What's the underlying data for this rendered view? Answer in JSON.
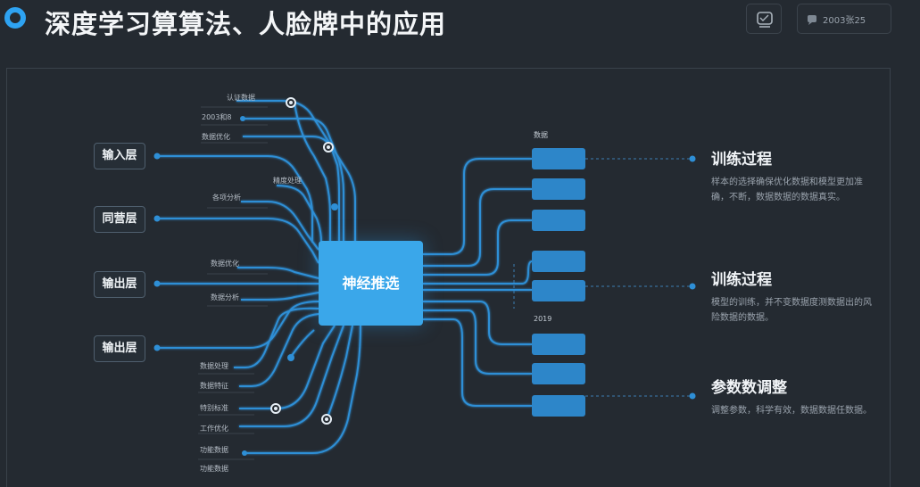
{
  "header": {
    "title": "深度学习算算法、人脸牌中的应用",
    "date": "2003张25"
  },
  "layers": [
    {
      "label": "输入层"
    },
    {
      "label": "同营层"
    },
    {
      "label": "输出层"
    },
    {
      "label": "输出层"
    }
  ],
  "input_labels": [
    "认证数据",
    "2003和8",
    "数据优化",
    "精度处理",
    "各项分析",
    "数据优化",
    "数据分析",
    "数据处理",
    "数据特征",
    "特别标准",
    "工作优化",
    "功能数据",
    "功能数据"
  ],
  "center_node": {
    "label": "神经推选"
  },
  "output_labels": [
    "数据",
    "2019"
  ],
  "sections": [
    {
      "title": "训练过程",
      "desc": "样本的选择确保优化数据和模型更加准确，不断，数据数据的数据真实。"
    },
    {
      "title": "训练过程",
      "desc": "模型的训练，并不变数据度测数据出的风险数据的数据。"
    },
    {
      "title": "参数数调整",
      "desc": "调整参数，科学有效，数据数据任数据。"
    }
  ],
  "colors": {
    "background": "#242a31",
    "accent": "#2ea3f2",
    "center_node": "#3aa7ea",
    "output_node": "#2d86c9",
    "line": "#2e8fd6"
  },
  "icons": {
    "title_marker": "ring-icon",
    "toolbar": "monitor-icon",
    "date": "chat-icon"
  }
}
